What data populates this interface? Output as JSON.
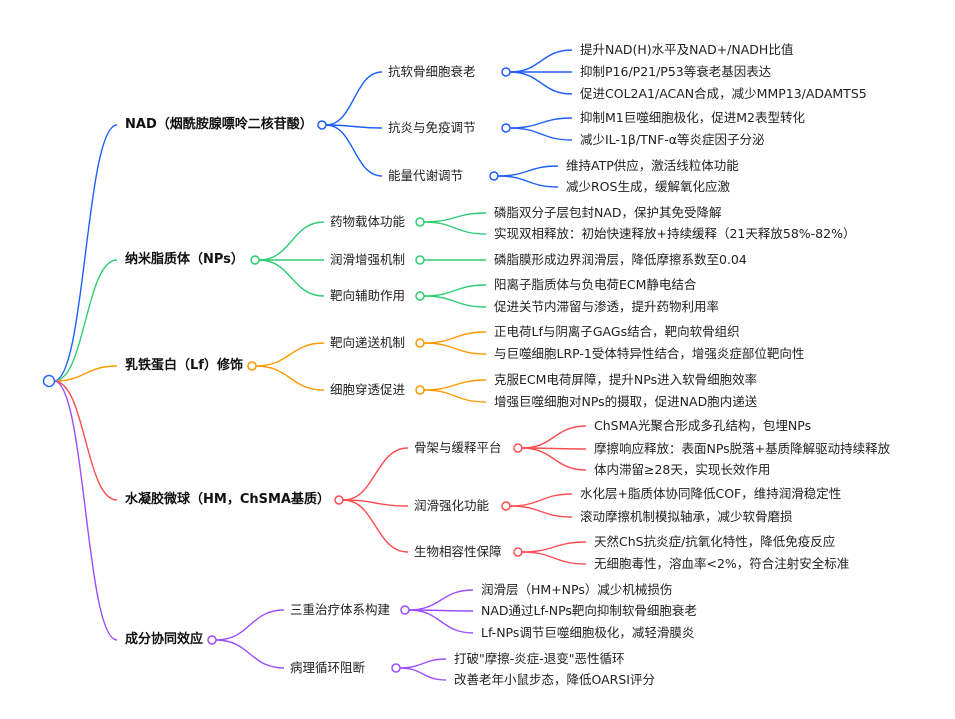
{
  "root": {
    "color": "#2962ff"
  },
  "branches": [
    {
      "label": "NAD（烟酰胺腺嘌呤二核苷酸）",
      "color": "#1f5eff",
      "children": [
        {
          "label": "抗软骨细胞衰老",
          "leaves": [
            "提升NAD(H)水平及NAD+/NADH比值",
            "抑制P16/P21/P53等衰老基因表达",
            "促进COL2A1/ACAN合成，减少MMP13/ADAMTS5"
          ]
        },
        {
          "label": "抗炎与免疫调节",
          "leaves": [
            "抑制M1巨噬细胞极化，促进M2表型转化",
            "减少IL-1β/TNF-α等炎症因子分泌"
          ]
        },
        {
          "label": "能量代谢调节",
          "leaves": [
            "维持ATP供应，激活线粒体功能",
            "减少ROS生成，缓解氧化应激"
          ]
        }
      ]
    },
    {
      "label": "纳米脂质体（NPs）",
      "color": "#2ecc71",
      "children": [
        {
          "label": "药物载体功能",
          "leaves": [
            "磷脂双分子层包封NAD，保护其免受降解",
            "实现双相释放：初始快速释放+持续缓释（21天释放58%-82%）"
          ]
        },
        {
          "label": "润滑增强机制",
          "leaves": [
            "磷脂膜形成边界润滑层，降低摩擦系数至0.04"
          ]
        },
        {
          "label": "靶向辅助作用",
          "leaves": [
            "阳离子脂质体与负电荷ECM静电结合",
            "促进关节内滞留与渗透，提升药物利用率"
          ]
        }
      ]
    },
    {
      "label": "乳铁蛋白（Lf）修饰",
      "color": "#ff9800",
      "children": [
        {
          "label": "靶向递送机制",
          "leaves": [
            "正电荷Lf与阴离子GAGs结合，靶向软骨组织",
            "与巨噬细胞LRP-1受体特异性结合，增强炎症部位靶向性"
          ]
        },
        {
          "label": "细胞穿透促进",
          "leaves": [
            "克服ECM电荷屏障，提升NPs进入软骨细胞效率",
            "增强巨噬细胞对NPs的摄取，促进NAD胞内递送"
          ]
        }
      ]
    },
    {
      "label": "水凝胶微球（HM，ChSMA基质）",
      "color": "#ff4d4f",
      "children": [
        {
          "label": "骨架与缓释平台",
          "leaves": [
            "ChSMA光聚合形成多孔结构，包埋NPs",
            "摩擦响应释放：表面NPs脱落+基质降解驱动持续释放",
            "体内滞留≥28天，实现长效作用"
          ]
        },
        {
          "label": "润滑强化功能",
          "leaves": [
            "水化层+脂质体协同降低COF，维持润滑稳定性",
            "滚动摩擦机制模拟轴承，减少软骨磨损"
          ]
        },
        {
          "label": "生物相容性保障",
          "leaves": [
            "天然ChS抗炎症/抗氧化特性，降低免疫反应",
            "无细胞毒性，溶血率<2%，符合注射安全标准"
          ]
        }
      ]
    },
    {
      "label": "成分协同效应",
      "color": "#9b4dff",
      "children": [
        {
          "label": "三重治疗体系构建",
          "leaves": [
            "润滑层（HM+NPs）减少机械损伤",
            "NAD通过Lf-NPs靶向抑制软骨细胞衰老",
            "Lf-NPs调节巨噬细胞极化，减轻滑膜炎"
          ]
        },
        {
          "label": "病理循环阻断",
          "leaves": [
            "打破\"摩擦-炎症-退变\"恶性循环",
            "改善老年小鼠步态，降低OARSI评分"
          ]
        }
      ]
    }
  ]
}
